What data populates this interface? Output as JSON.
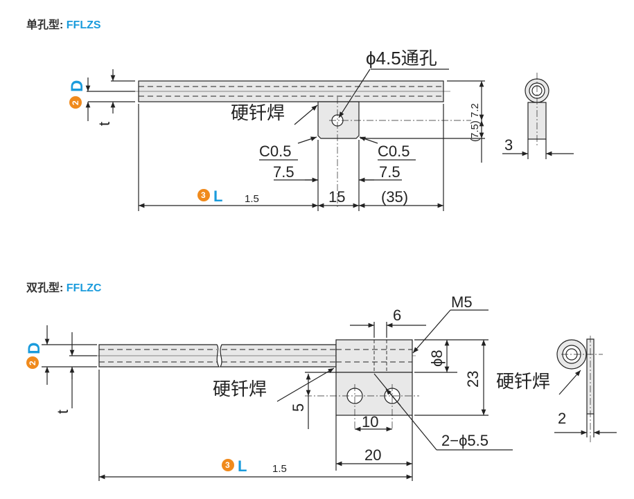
{
  "single": {
    "title_prefix": "单孔型: ",
    "title_code": "FFLZS",
    "hole_label": "ϕ4.5通孔",
    "weld_label": "硬钎焊",
    "chamfer_left": "C0.5",
    "chamfer_right": "C0.5",
    "dim_left_75": "7.5",
    "dim_right_75": "7.5",
    "dim_15": "15",
    "dim_35": "(35)",
    "dim_72": "7.2",
    "dim_75_paren": "(7.5)",
    "dim_3": "3",
    "D_label": "D",
    "D_badge": "2",
    "t_label": "t",
    "L_label": "L",
    "L_badge": "3",
    "L_tol": "1.5"
  },
  "double": {
    "title_prefix": "双孔型: ",
    "title_code": "FFLZC",
    "dim_M5": "M5",
    "dim_6": "6",
    "dim_phi8": "ϕ8",
    "dim_23": "23",
    "weld_label_left": "硬钎焊",
    "weld_label_right": "硬钎焊",
    "dim_5": "5",
    "dim_10": "10",
    "dim_20": "20",
    "dim_2phi": "2−ϕ5.5",
    "dim_2": "2",
    "D_label": "D",
    "D_badge": "2",
    "t_label": "t",
    "L_label": "L",
    "L_badge": "3",
    "L_tol": "1.5"
  },
  "colors": {
    "accent_blue": "#1a9bdc",
    "badge_orange": "#f08a1c",
    "part_fill": "#e8e8e8",
    "line": "#222222"
  }
}
